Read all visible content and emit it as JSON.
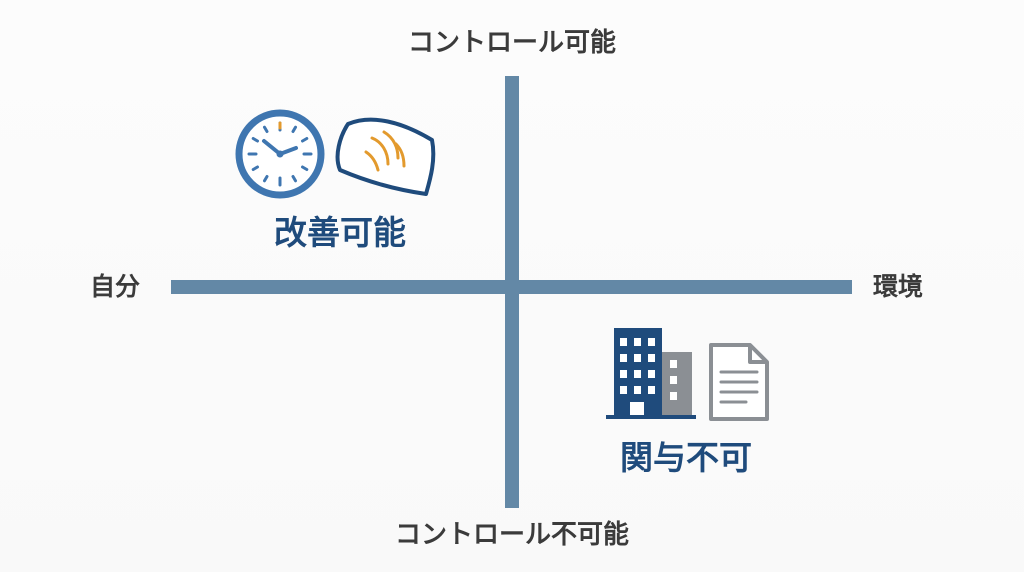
{
  "diagram": {
    "axes": {
      "top_label": "コントロール可能",
      "bottom_label": "コントロール不可能",
      "left_label": "自分",
      "right_label": "環境",
      "color": "#6388a6"
    },
    "quadrants": {
      "upper_left": {
        "label": "改善可能",
        "icons": [
          "clock-icon",
          "pillow-icon"
        ],
        "label_color": "#1f4b7c"
      },
      "lower_right": {
        "label": "関与不可",
        "icons": [
          "building-icon",
          "document-icon"
        ],
        "label_color": "#1f4b7c"
      }
    },
    "colors": {
      "icon_blue": "#3f76b0",
      "icon_navy": "#1f4b7c",
      "icon_orange": "#e39a2d",
      "icon_gray": "#8b8f94"
    }
  }
}
